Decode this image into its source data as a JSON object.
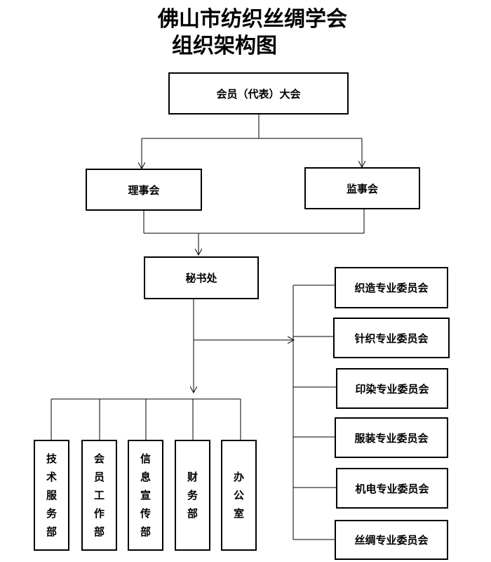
{
  "title_line1": "佛山市纺织丝绸学会",
  "title_line2": "组织架构图",
  "nodes": {
    "assembly": "会员（代表）大会",
    "council": "理事会",
    "supervisors": "监事会",
    "secretariat": "秘书处",
    "departments": [
      "技术服务部",
      "会员工作部",
      "信息宣传部",
      "财务部",
      "办公室"
    ],
    "committees": [
      "织造专业委员会",
      "针织专业委员会",
      "印染专业委员会",
      "服装专业委员会",
      "机电专业委员会",
      "丝绸专业委员会"
    ]
  }
}
